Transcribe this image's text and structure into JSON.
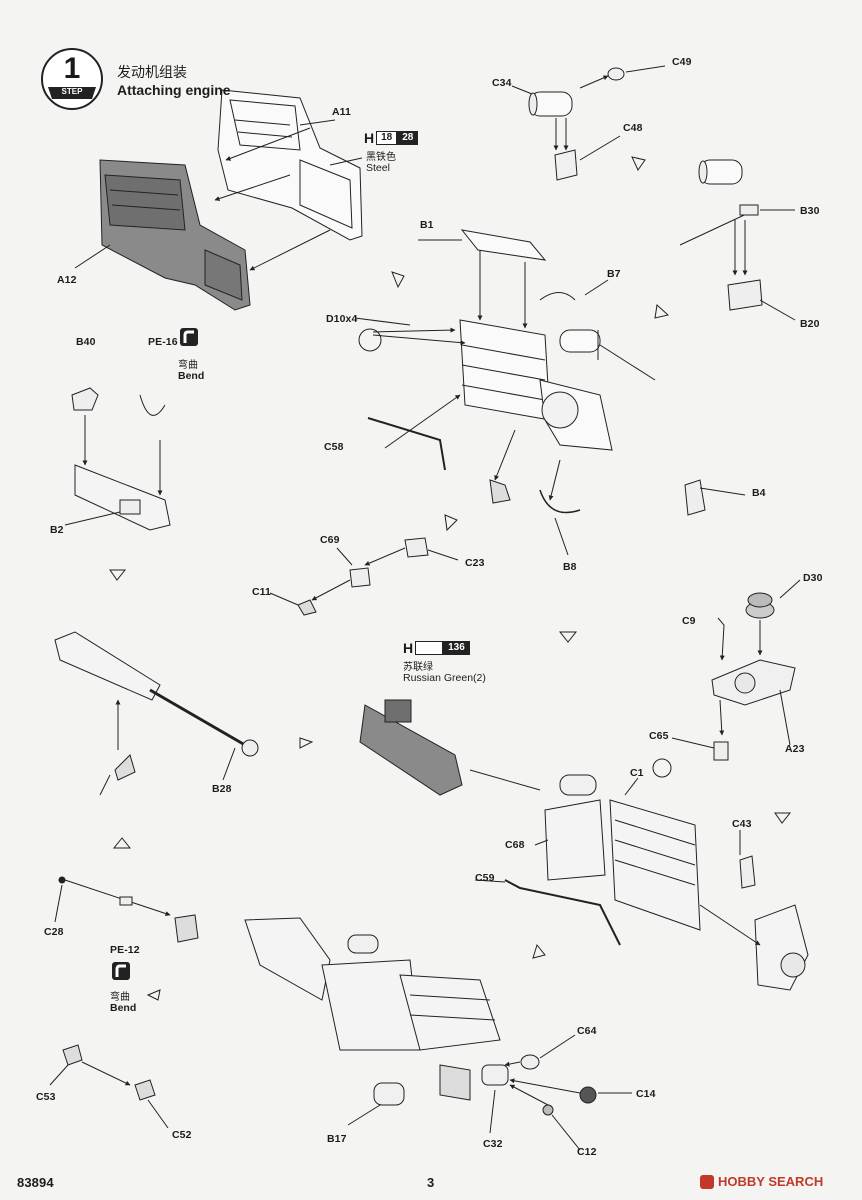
{
  "step": {
    "number": "1",
    "label": "STEP",
    "title_cn": "发动机组装",
    "title_en": "Attaching engine"
  },
  "paint_steel": {
    "prefix": "H",
    "code_a": "18",
    "code_b": "28",
    "name_cn": "黑铁色",
    "name_en": "Steel"
  },
  "paint_green": {
    "prefix": "H",
    "code_a": "",
    "code_b": "136",
    "name_cn": "苏联绿",
    "name_en": "Russian Green(2)"
  },
  "bend_1": {
    "code": "PE-16",
    "name_cn": "弯曲",
    "name_en": "Bend"
  },
  "bend_2": {
    "code": "PE-12",
    "name_cn": "弯曲",
    "name_en": "Bend"
  },
  "parts": {
    "a11": "A11",
    "a12": "A12",
    "c34": "C34",
    "c49": "C49",
    "c48": "C48",
    "b30": "B30",
    "b20": "B20",
    "b1": "B1",
    "b7": "B7",
    "d10x4": "D10x4",
    "b40": "B40",
    "b2": "B2",
    "c58": "C58",
    "b4": "B4",
    "b8": "B8",
    "c69": "C69",
    "c23": "C23",
    "c11": "C11",
    "d30": "D30",
    "c9": "C9",
    "a23": "A23",
    "c65": "C65",
    "c1": "C1",
    "b28": "B28",
    "c68": "C68",
    "c43": "C43",
    "c59": "C59",
    "c28": "C28",
    "c64": "C64",
    "c14": "C14",
    "c53": "C53",
    "c52": "C52",
    "b17": "B17",
    "c32": "C32",
    "c12": "C12"
  },
  "footer": {
    "product_code": "83894",
    "page_number": "3",
    "watermark": "HOBBY SEARCH"
  },
  "colors": {
    "ink": "#1d1d1d",
    "paper": "#f4f4f2",
    "part_grey": "#8a8a8a",
    "part_light": "#d8d8d8",
    "watermark_red": "#c0392b"
  }
}
